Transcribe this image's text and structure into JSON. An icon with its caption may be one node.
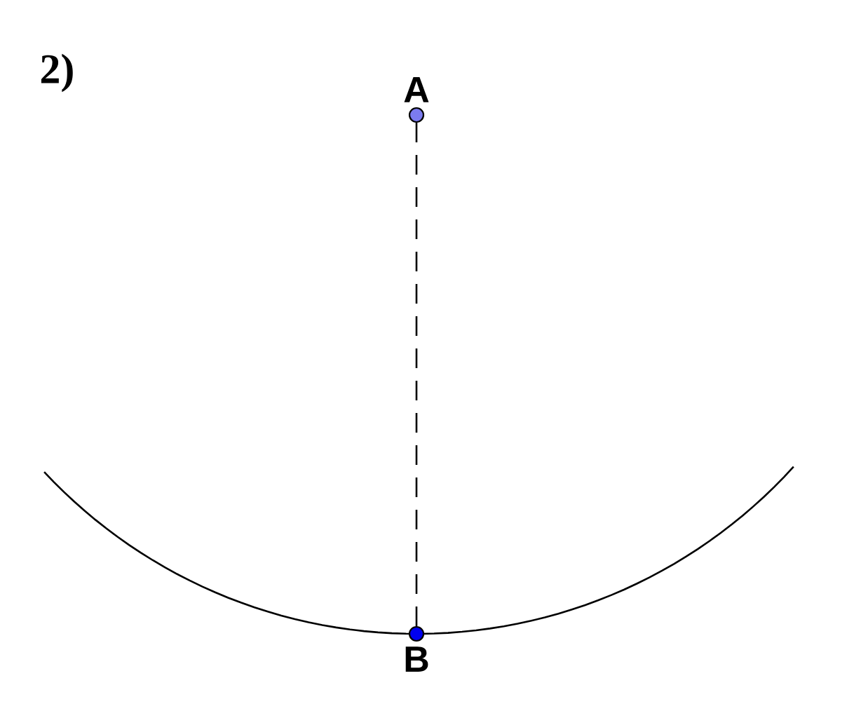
{
  "diagram": {
    "nodes": [
      {
        "text": [
          "A"
        ]
      },
      {
        "text": [
          "B"
        ]
      }
    ],
    "edges": [
      {
        "from": 0,
        "to": 1,
        "arrow": "none",
        "style": "dashed"
      }
    ],
    "labels": [
      "2)"
    ]
  }
}
